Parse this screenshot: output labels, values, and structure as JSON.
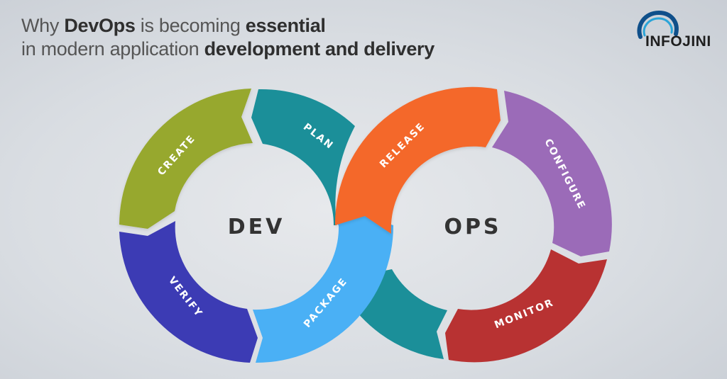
{
  "header": {
    "title_line1": [
      {
        "text": "Why ",
        "bold": false
      },
      {
        "text": "DevOps",
        "bold": true
      },
      {
        "text": " is becoming ",
        "bold": false
      },
      {
        "text": "essential",
        "bold": true
      }
    ],
    "title_line2": [
      {
        "text": "in modern application ",
        "bold": false
      },
      {
        "text": "development and delivery",
        "bold": true
      }
    ]
  },
  "logo": {
    "text": "INFOJINI",
    "icon": "swirl-ring-icon",
    "colors": {
      "dark": "#0f4f8a",
      "light": "#2aa4d8"
    }
  },
  "diagram": {
    "dev": {
      "label": "DEV",
      "segments": [
        {
          "label": "CREATE",
          "color": "#97a82d"
        },
        {
          "label": "PLAN",
          "color": "#1b8f99"
        },
        {
          "label": "PACKAGE",
          "color": "#4ab0f5"
        },
        {
          "label": "VERIFY",
          "color": "#3c3bb4"
        }
      ]
    },
    "ops": {
      "label": "OPS",
      "segments": [
        {
          "label": "RELEASE",
          "color": "#f4672a"
        },
        {
          "label": "CONFIGURE",
          "color": "#9b6bb8"
        },
        {
          "label": "MONITOR",
          "color": "#b83232"
        }
      ],
      "connector_color": "#1b8f99"
    }
  }
}
